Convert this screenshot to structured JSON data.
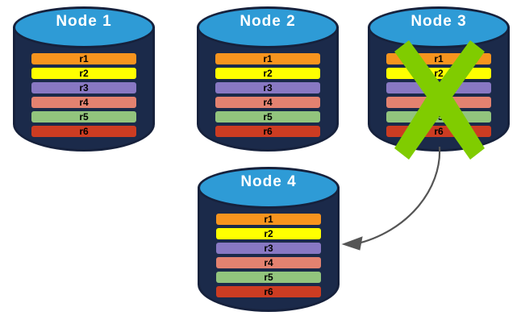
{
  "diagram": {
    "title": "Node replication / failover diagram",
    "background": "#ffffff",
    "node_body_color": "#1b2a4a",
    "node_top_color": "#2e9bd6",
    "node_border_color": "#16213c",
    "x_mark_color": "#80cc00",
    "arrow_color": "#555555"
  },
  "rows": [
    {
      "label": "r1",
      "color": "#f7941e"
    },
    {
      "label": "r2",
      "color": "#ffff00"
    },
    {
      "label": "r3",
      "color": "#8878c3"
    },
    {
      "label": "r4",
      "color": "#e38270"
    },
    {
      "label": "r5",
      "color": "#92c47d"
    },
    {
      "label": "r6",
      "color": "#cc3c22"
    }
  ],
  "nodes": [
    {
      "id": "node-1",
      "title": "Node  1",
      "failed": false
    },
    {
      "id": "node-2",
      "title": "Node  2",
      "failed": false
    },
    {
      "id": "node-3",
      "title": "Node  3",
      "failed": true
    },
    {
      "id": "node-4",
      "title": "Node  4",
      "failed": false
    }
  ],
  "annotations": {
    "failure_marker": "x-mark",
    "arrow_from": "node-3",
    "arrow_to": "node-4"
  }
}
